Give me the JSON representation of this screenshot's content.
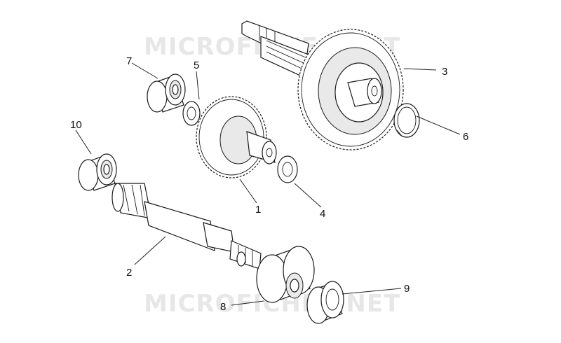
{
  "watermark": {
    "text": "MICROFICHES.NET"
  },
  "callouts": [
    {
      "id": "1",
      "label": "1"
    },
    {
      "id": "2",
      "label": "2"
    },
    {
      "id": "3",
      "label": "3"
    },
    {
      "id": "4",
      "label": "4"
    },
    {
      "id": "5",
      "label": "5"
    },
    {
      "id": "6",
      "label": "6"
    },
    {
      "id": "7",
      "label": "7"
    },
    {
      "id": "8",
      "label": "8"
    },
    {
      "id": "9",
      "label": "9"
    },
    {
      "id": "10",
      "label": "10"
    }
  ]
}
